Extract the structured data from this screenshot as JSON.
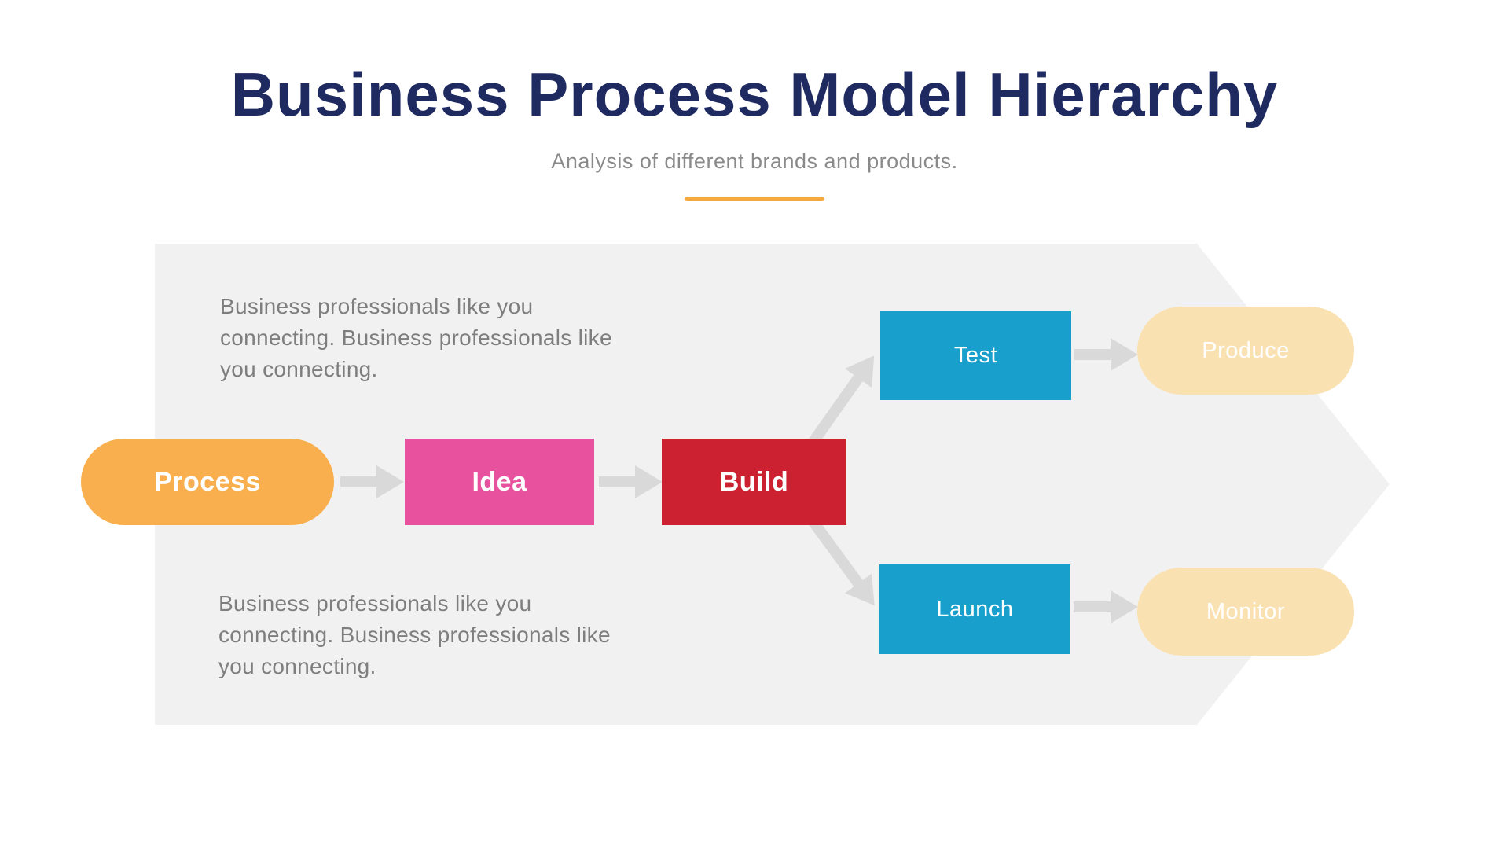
{
  "header": {
    "title": "Business Process Model Hierarchy",
    "title_color": "#1F2A60",
    "subtitle": "Analysis of different brands and products.",
    "subtitle_color": "#8A8A8A",
    "accent_underline_color": "#F5A93F"
  },
  "diagram": {
    "background_color": "#F1F1F2",
    "connector_color": "#D9D9D9",
    "body_text_color": "#7E7E7E",
    "description_top": {
      "lines": [
        "Business professionals like you",
        "connecting. Business professionals like",
        "you connecting."
      ]
    },
    "description_bottom": {
      "lines": [
        "Business professionals like you",
        "connecting. Business professionals like",
        "you connecting."
      ]
    },
    "nodes": [
      {
        "id": "process",
        "label": "Process",
        "shape": "pill",
        "fill": "#F9AF4D",
        "text_color": "#FFFFFF",
        "emphasis": "bold"
      },
      {
        "id": "idea",
        "label": "Idea",
        "shape": "rectangle",
        "fill": "#E8519E",
        "text_color": "#FFFFFF",
        "emphasis": "bold"
      },
      {
        "id": "build",
        "label": "Build",
        "shape": "rectangle",
        "fill": "#CB2130",
        "text_color": "#FFFFFF",
        "emphasis": "bold"
      },
      {
        "id": "test",
        "label": "Test",
        "shape": "rectangle",
        "fill": "#199FCB",
        "text_color": "#FFFFFF",
        "emphasis": "regular"
      },
      {
        "id": "produce",
        "label": "Produce",
        "shape": "pill",
        "fill": "#FAE1B1",
        "text_color": "#FFFFFF",
        "emphasis": "regular"
      },
      {
        "id": "launch",
        "label": "Launch",
        "shape": "rectangle",
        "fill": "#199FCB",
        "text_color": "#FFFFFF",
        "emphasis": "regular"
      },
      {
        "id": "monitor",
        "label": "Monitor",
        "shape": "pill",
        "fill": "#FAE1B1",
        "text_color": "#FFFFFF",
        "emphasis": "regular"
      }
    ],
    "edges": [
      {
        "from": "process",
        "to": "idea"
      },
      {
        "from": "idea",
        "to": "build"
      },
      {
        "from": "build",
        "to": "test"
      },
      {
        "from": "build",
        "to": "launch"
      },
      {
        "from": "test",
        "to": "produce"
      },
      {
        "from": "launch",
        "to": "monitor"
      }
    ]
  }
}
